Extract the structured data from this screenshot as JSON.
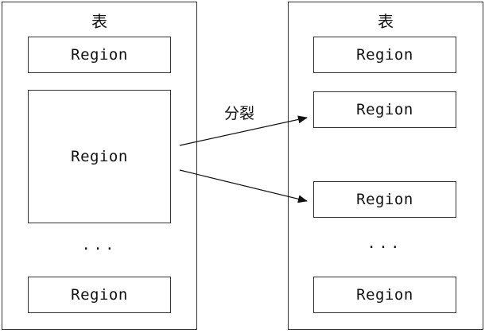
{
  "left_table": {
    "title": "表",
    "regions": [
      "Region",
      "Region",
      "Region"
    ],
    "ellipsis": "..."
  },
  "right_table": {
    "title": "表",
    "regions": [
      "Region",
      "Region",
      "Region",
      "Region"
    ],
    "ellipsis": "..."
  },
  "split_label": "分裂",
  "colors": {
    "stroke": "#333333",
    "text": "#111111",
    "background": "#ffffff"
  }
}
